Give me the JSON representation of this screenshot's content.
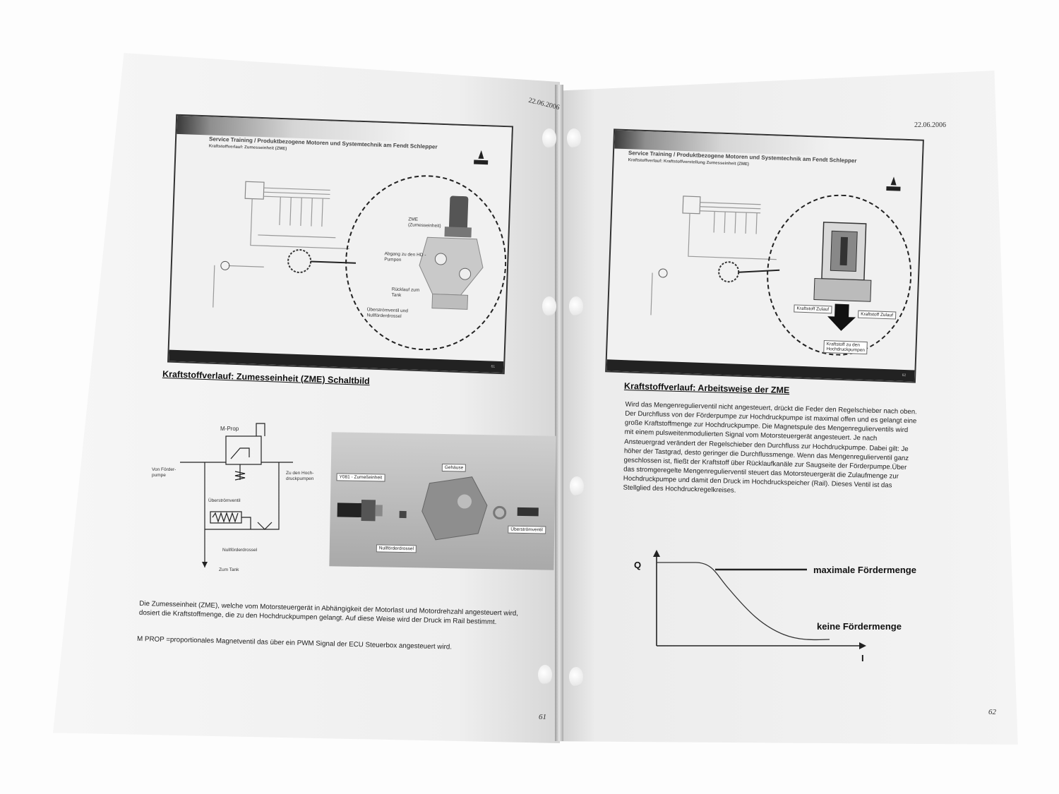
{
  "left_page": {
    "date": "22.06.2006",
    "slide": {
      "title": "Service Training / Produktbezogene Motoren und Systemtechnik am Fendt Schlepper",
      "subtitle": "Kraftstoffverlauf: Zumesseinheit (ZME)",
      "labels": {
        "zme": "ZME (Zumesseinheit)",
        "abgang": "Abgang zu den HD - Pumpen",
        "ruecklauf": "Rücklauf zum Tank",
        "ueberstrom": "Überströmventil und Nullförderdrossel"
      },
      "page_no": "61"
    },
    "heading": "Kraftstoffverlauf: Zumesseinheit (ZME) Schaltbild",
    "schematic": {
      "m_prop": "M-Prop",
      "von_foerder": "Von Förder-pumpe",
      "zu_hd": "Zu den Hoch-druckpumpen",
      "ueberstrom": "Überströmventil",
      "nullfoerder": "Nullförderdrossel",
      "zum_tank": "Zum Tank"
    },
    "photo": {
      "y081": "Y081 - Zumeßeinheit",
      "gehaeuse": "Gehäuse",
      "ueberstrom": "Überströmventil",
      "nullfoerder": "Nullförderdrossel"
    },
    "paragraph1": "Die Zumesseinheit (ZME), welche vom Motorsteuergerät in Abhängigkeit der Motorlast und Motordrehzahl angesteuert wird, dosiert die Kraftstoffmenge, die zu den Hochdruckpumpen gelangt. Auf diese Weise wird der Druck im Rail bestimmt.",
    "paragraph2": "M PROP =proportionales Magnetventil das über ein PWM Signal der ECU Steuerbox angesteuert wird.",
    "page_number": "61"
  },
  "right_page": {
    "date": "22.06.2006",
    "slide": {
      "title": "Service Training / Produktbezogene Motoren und Systemtechnik am Fendt Schlepper",
      "subtitle": "Kraftstoffverlauf: Kraftstoffverstellung Zumesseinheit (ZME)",
      "labels": {
        "zulauf1": "Kraftstoff Zulauf",
        "zulauf2": "Kraftstoff Zulauf",
        "ablauf": "Kraftstoff zu den Hochdruckpumpen"
      },
      "page_no": "62"
    },
    "heading": "Kraftstoffverlauf: Arbeitsweise der ZME",
    "paragraph": "Wird das Mengenregulierventil nicht angesteuert, drückt die Feder den Regelschieber nach oben. Der Durchfluss von der Förderpumpe zur Hochdruckpumpe ist maximal offen und es gelangt eine große Kraftstoffmenge zur Hochdruckpumpe. Die Magnetspule des Mengenregulierventils wird mit einem pulsweitenmodulierten Signal vom Motorsteuergerät angesteuert. Je nach Ansteuergrad verändert der Regelschieber den Durchfluss zur Hochdruckpumpe. Dabei gilt: Je höher der Tastgrad, desto geringer die Durchflussmenge. Wenn das Mengenregulierventil ganz geschlossen ist, fließt der Kraftstoff über Rücklaufkanäle zur Saugseite der Förderpumpe.Über das stromgeregelte Mengenregulierventil steuert das Motorsteuergerät die Zulaufmenge zur Hochdruckpumpe und damit den Druck im Hochdruckspeicher (Rail). Dieses Ventil ist das Stellglied des Hochdruckregelkreises.",
    "graph": {
      "y_label": "Q",
      "x_label": "I",
      "label_max": "maximale Fördermenge",
      "label_none": "keine Fördermenge"
    },
    "page_number": "62"
  }
}
